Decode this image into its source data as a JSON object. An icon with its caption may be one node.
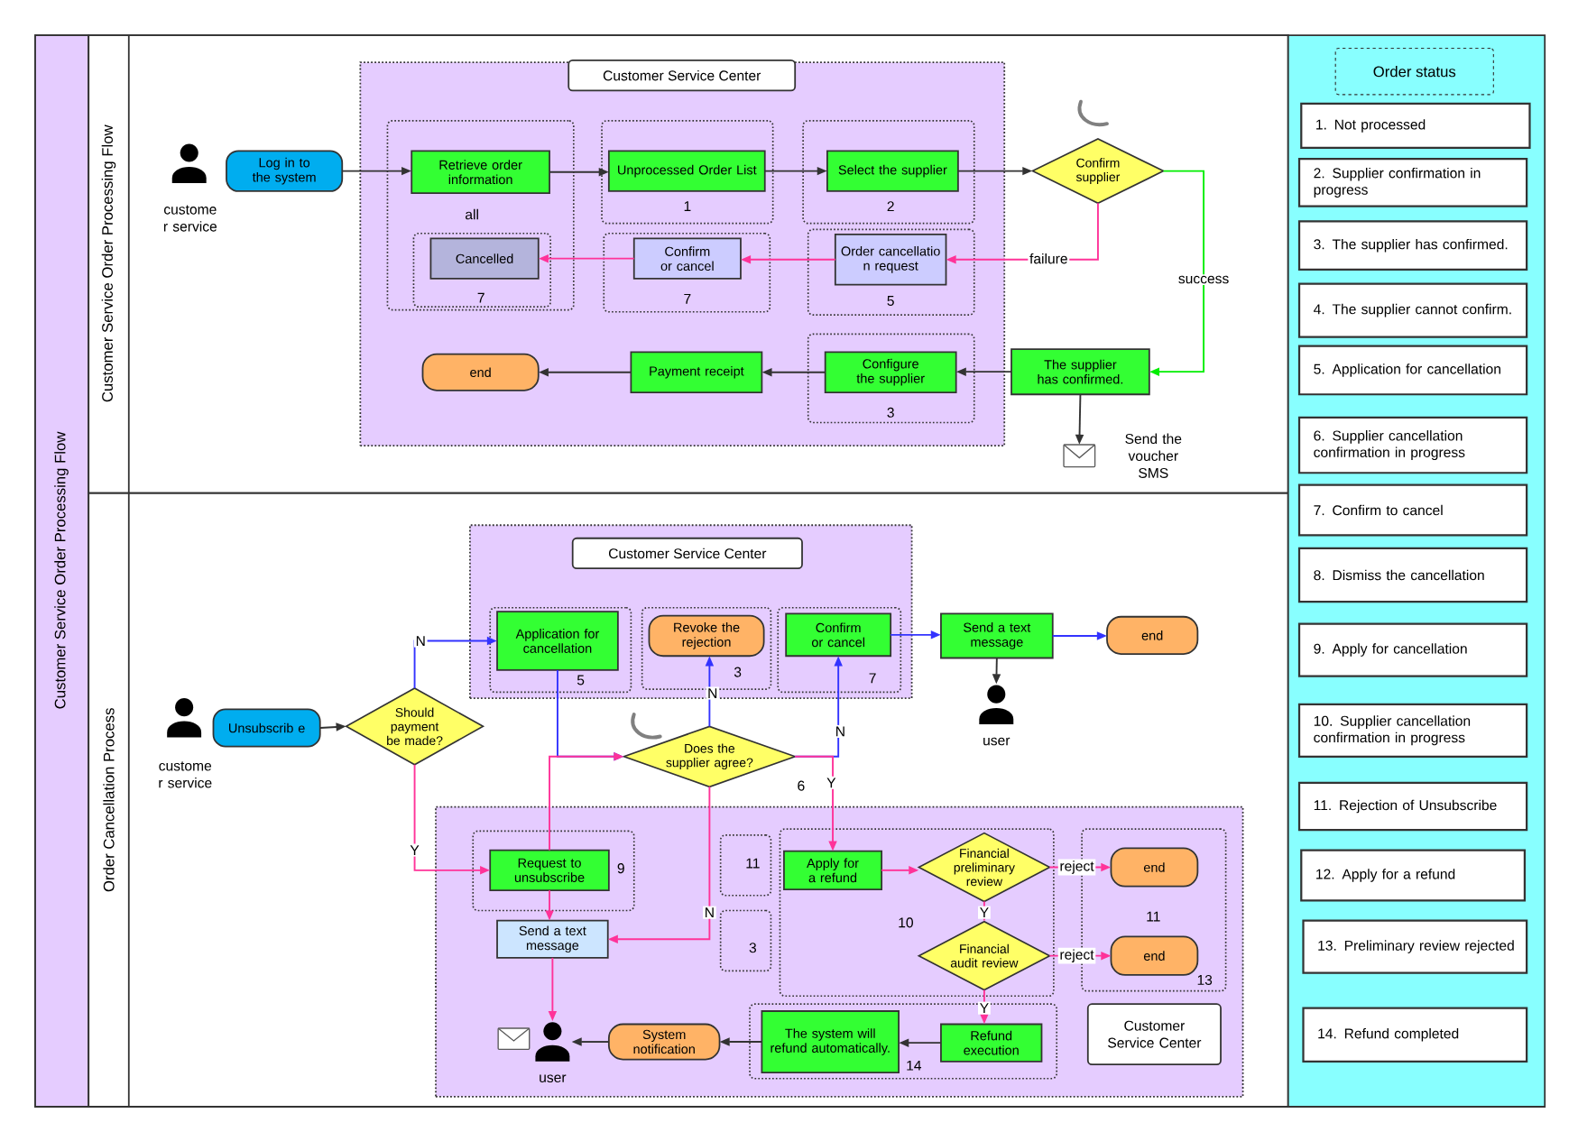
{
  "diagram": {
    "nodes": [
      {
        "text": [
          "Customer Service Order Processing Flow"
        ]
      },
      {
        "text": [
          "Customer Service Order Processing Flow"
        ],
        "in": 0
      },
      {
        "text": [
          "Log in to the system"
        ],
        "in": 1
      },
      {
        "text": [
          "Customer Service Center"
        ],
        "in": 1
      },
      {
        "text": [
          "all"
        ],
        "in": 3
      },
      {
        "text": [
          "Retrieve order information"
        ],
        "in": 4
      },
      {
        "text": [
          "7"
        ],
        "in": 4
      },
      {
        "text": [
          "Cancelled"
        ],
        "in": 6
      },
      {
        "text": [
          "1"
        ],
        "in": 3
      },
      {
        "text": [
          "Unprocessed Order List"
        ],
        "in": 8
      },
      {
        "text": [
          "2"
        ],
        "in": 3
      },
      {
        "text": [
          "Select the supplier"
        ],
        "in": 10
      },
      {
        "text": [
          "7"
        ],
        "in": 3
      },
      {
        "text": [
          "Confirm or cancel"
        ],
        "in": 12
      },
      {
        "text": [
          "5"
        ],
        "in": 3
      },
      {
        "text": [
          "Order cancellatio n request"
        ],
        "in": 14
      },
      {
        "text": [
          "end"
        ],
        "in": 3
      },
      {
        "text": [
          "Payment receipt"
        ],
        "in": 3
      },
      {
        "text": [
          "3"
        ],
        "in": 3
      },
      {
        "text": [
          "Configure the supplier"
        ],
        "in": 18
      },
      {
        "text": [
          "Confirm supplier"
        ],
        "in": 1
      },
      {
        "text": [
          "The supplier has confirmed."
        ],
        "in": 1
      },
      {
        "text": [],
        "shape": "envelope",
        "beside": [
          "Send the voucher SMS"
        ],
        "in": 1
      },
      {
        "text": [
          "Order Cancellation Process"
        ],
        "in": 0
      },
      {
        "text": [
          "Unsubscrib e"
        ],
        "in": 23
      },
      {
        "text": [
          "Should payment be made?"
        ],
        "in": 23
      },
      {
        "text": [
          "Customer Service Center"
        ],
        "in": 23
      },
      {
        "text": [
          "5"
        ],
        "in": 26
      },
      {
        "text": [
          "Application for cancellation"
        ],
        "in": 27
      },
      {
        "text": [
          "3"
        ],
        "in": 26
      },
      {
        "text": [
          "Revoke the rejection"
        ],
        "in": 29
      },
      {
        "text": [
          "7"
        ],
        "in": 26
      },
      {
        "text": [
          "Confirm or cancel"
        ],
        "in": 31
      },
      {
        "text": [
          "Send a text message"
        ],
        "in": 23
      },
      {
        "text": [
          "end"
        ],
        "in": 23
      },
      {
        "text": [
          "user"
        ],
        "in": 23
      },
      {
        "text": [
          "Does the supplier agree?"
        ],
        "beside": [
          "6"
        ],
        "in": 23
      },
      {
        "text": [],
        "shape": "box",
        "in": 23
      },
      {
        "text": [
          "9"
        ],
        "in": 37
      },
      {
        "text": [
          "Request to unsubscribe"
        ],
        "in": 38
      },
      {
        "text": [
          "11"
        ],
        "in": 37
      },
      {
        "text": [
          "3"
        ],
        "in": 37
      },
      {
        "text": [
          "10"
        ],
        "in": 37
      },
      {
        "text": [
          "Apply for a refund"
        ],
        "in": 42
      },
      {
        "text": [
          "Financial preliminary review"
        ],
        "in": 42
      },
      {
        "text": [
          "Financial audit review"
        ],
        "in": 42
      },
      {
        "text": [
          "11",
          "13"
        ],
        "in": 37
      },
      {
        "text": [
          "end"
        ],
        "in": 46
      },
      {
        "text": [
          "end"
        ],
        "in": 46
      },
      {
        "text": [
          "Send a text message"
        ],
        "in": 37
      },
      {
        "text": [
          "14"
        ],
        "in": 37
      },
      {
        "text": [
          "The system will refund automatically."
        ],
        "in": 50
      },
      {
        "text": [
          "Refund execution"
        ],
        "in": 50
      },
      {
        "text": [
          "user"
        ],
        "in": 37
      },
      {
        "text": [
          "System notification"
        ],
        "in": 37
      },
      {
        "text": [
          "Customer Service Center"
        ],
        "in": 37
      },
      {
        "text": [
          "Order status"
        ]
      },
      {
        "text": [
          "1. Not processed"
        ],
        "in": 56
      },
      {
        "text": [
          "2. Supplier confirmation in progress"
        ],
        "in": 56
      },
      {
        "text": [
          "3. The supplier has confirmed."
        ],
        "in": 56
      },
      {
        "text": [
          "4. The supplier cannot confirm."
        ],
        "in": 56
      },
      {
        "text": [
          "5. Application for cancellation"
        ],
        "in": 56
      },
      {
        "text": [
          "6. Supplier cancellation confirmation in progress"
        ],
        "in": 56
      },
      {
        "text": [
          "7. Confirm to cancel"
        ],
        "in": 56
      },
      {
        "text": [
          "8. Dismiss the cancellation"
        ],
        "in": 56
      },
      {
        "text": [
          "9. Apply for cancellation"
        ],
        "in": 56
      },
      {
        "text": [
          "10. Supplier cancellation confirmation in progress"
        ],
        "in": 56
      },
      {
        "text": [
          "11. Rejection of Unsubscribe"
        ],
        "in": 56
      },
      {
        "text": [
          "12. Apply for a refund"
        ],
        "in": 56
      },
      {
        "text": [
          "13. Preliminary review rejected"
        ],
        "in": 56
      },
      {
        "text": [
          "14. Refund completed"
        ],
        "in": 56
      }
    ],
    "edges": [
      {
        "from": 2,
        "to": 5,
        "arrow": "to",
        "color": "#333333"
      },
      {
        "from": 5,
        "to": 9,
        "arrow": "to",
        "color": "#333333"
      },
      {
        "from": 9,
        "to": 11,
        "arrow": "to",
        "color": "#333333"
      },
      {
        "from": 11,
        "to": 20,
        "arrow": "to",
        "color": "#333333"
      },
      {
        "from": 20,
        "to": 15,
        "arrow": "to",
        "label": "failure",
        "color": "#ff3399"
      },
      {
        "from": 20,
        "to": 21,
        "arrow": "to",
        "label": "success",
        "color": "#00ee00"
      },
      {
        "from": 15,
        "to": 13,
        "arrow": "to",
        "color": "#ff3399"
      },
      {
        "from": 13,
        "to": 7,
        "arrow": "to",
        "color": "#ff3399"
      },
      {
        "from": 21,
        "to": 19,
        "arrow": "to",
        "color": "#333333"
      },
      {
        "from": 19,
        "to": 17,
        "arrow": "to",
        "color": "#333333"
      },
      {
        "from": 17,
        "to": 16,
        "arrow": "to",
        "color": "#333333"
      },
      {
        "from": 21,
        "to": 22,
        "arrow": "to",
        "color": "#333333"
      },
      {
        "from": 24,
        "to": 25,
        "arrow": "to",
        "color": "#333333"
      },
      {
        "from": 25,
        "to": 28,
        "arrow": "to",
        "label": "N",
        "color": "#3333ff"
      },
      {
        "from": 25,
        "to": 39,
        "arrow": "to",
        "label": "Y",
        "color": "#ff3399"
      },
      {
        "from": 28,
        "to": 36,
        "arrow": "to",
        "color": "#3333ff"
      },
      {
        "from": 39,
        "to": 36,
        "arrow": "to",
        "color": "#ff3399"
      },
      {
        "from": 36,
        "to": 30,
        "arrow": "to",
        "label": "N",
        "color": "#3333ff"
      },
      {
        "from": 36,
        "to": 32,
        "arrow": "to",
        "label": "N",
        "color": "#3333ff"
      },
      {
        "from": 36,
        "to": 43,
        "arrow": "to",
        "label": "Y",
        "color": "#ff3399"
      },
      {
        "from": 36,
        "to": 49,
        "arrow": "to",
        "label": "N",
        "color": "#ff3399"
      },
      {
        "from": 32,
        "to": 33,
        "arrow": "to",
        "color": "#3333ff"
      },
      {
        "from": 33,
        "to": 34,
        "arrow": "to",
        "color": "#3333ff"
      },
      {
        "from": 33,
        "to": 35,
        "arrow": "to",
        "color": "#333333"
      },
      {
        "from": 39,
        "to": 49,
        "arrow": "to",
        "color": "#ff3399"
      },
      {
        "from": 49,
        "to": 53,
        "arrow": "to",
        "color": "#ff3399"
      },
      {
        "from": 43,
        "to": 44,
        "arrow": "to",
        "color": "#ff3399"
      },
      {
        "from": 44,
        "to": 47,
        "arrow": "to",
        "label": "reject",
        "color": "#ff3399"
      },
      {
        "from": 44,
        "to": 45,
        "arrow": "to",
        "label": "Y",
        "color": "#ff3399"
      },
      {
        "from": 45,
        "to": 48,
        "arrow": "to",
        "label": "reject",
        "color": "#ff3399"
      },
      {
        "from": 45,
        "to": 52,
        "arrow": "to",
        "label": "Y",
        "color": "#ff3399"
      },
      {
        "from": 52,
        "to": 51,
        "arrow": "to",
        "color": "#333333"
      },
      {
        "from": 51,
        "to": 54,
        "arrow": "to",
        "color": "#333333"
      },
      {
        "from": 54,
        "to": 53,
        "arrow": "to",
        "color": "#333333"
      }
    ],
    "labels": [
      "custome r service",
      "custome r service"
    ]
  }
}
